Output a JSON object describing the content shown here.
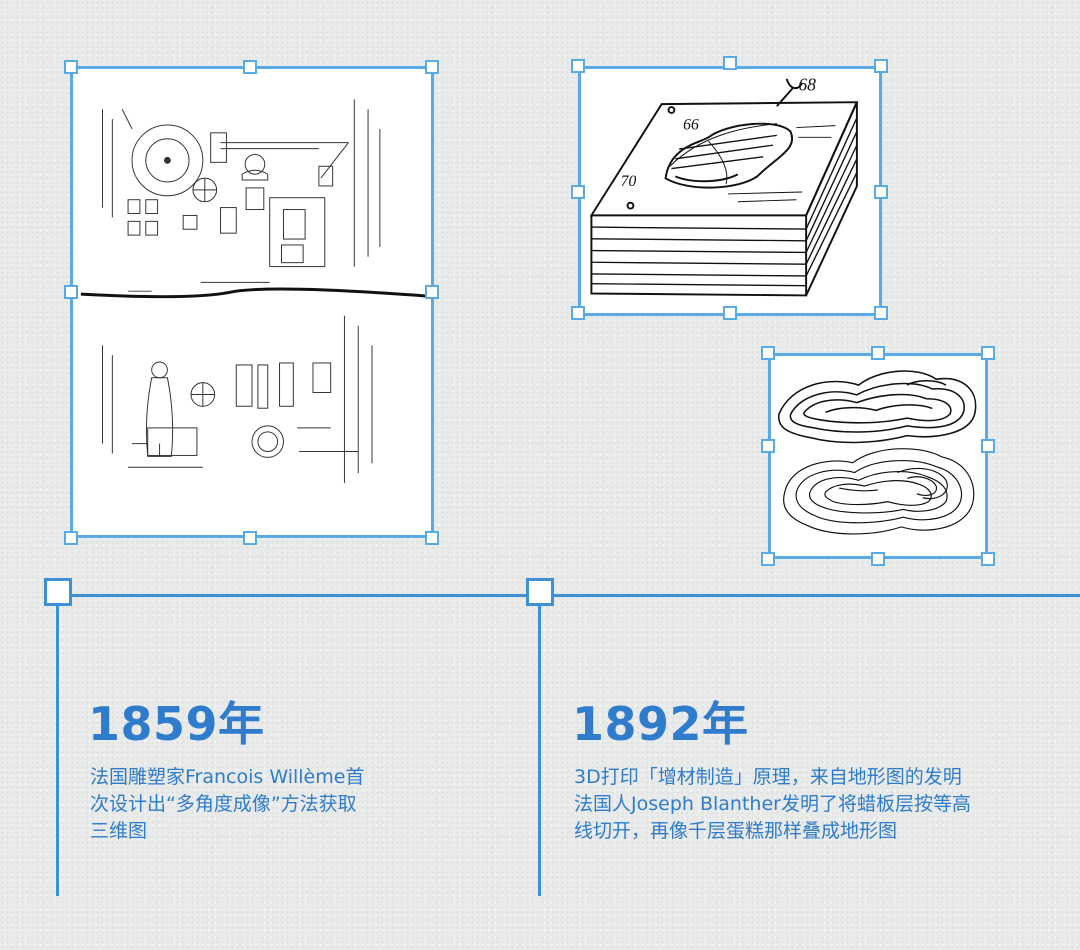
{
  "panels": [
    {
      "year": "1859年",
      "lines": [
        "法国雕塑家Francois Willème首",
        "次设计出“多角度成像”方法获取",
        "三维图"
      ]
    },
    {
      "year": "1892年",
      "lines": [
        "3D打印「增材制造」原理，来自地形图的发明",
        "法国人Joseph Blanther发明了将蜡板层按等高",
        "线切开，再像千层蛋糕那样叠成地形图"
      ]
    }
  ],
  "figure_labels": [
    "68",
    "66",
    "70"
  ],
  "colors": {
    "accent": "#2f7ccc",
    "line": "#3d8fd6",
    "handle": "#5aaae6"
  }
}
